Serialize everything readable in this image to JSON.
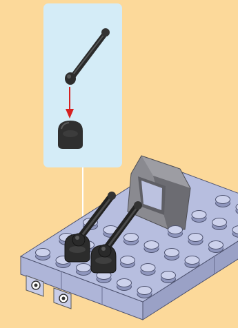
{
  "page": {
    "kind": "instruction-step-illustration",
    "background_color": "#fcd99a"
  },
  "callout": {
    "background_color": "#d4ecf7",
    "connector_color": "#ffffff",
    "arrow_color": "#d62020",
    "parts": [
      "lever-arm",
      "lever-base"
    ]
  },
  "model": {
    "plate_color": "#b7bedf",
    "slope_color": "#77777d",
    "lever_color": "#3a3a3a",
    "lever_count": 2
  }
}
